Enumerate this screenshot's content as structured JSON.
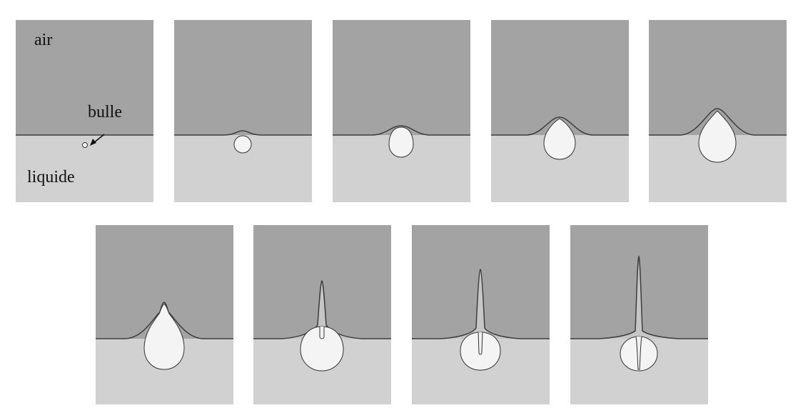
{
  "labels": {
    "air": "air",
    "bubble": "bulle",
    "liquid": "liquide"
  },
  "colors": {
    "air": "#a3a3a3",
    "liquid": "#d1d1d1",
    "interface": "#3d3d3d",
    "bubble_fill": "#f4f4f4",
    "page_background": "#ffffff"
  },
  "figure": {
    "frame_count": 9,
    "rows": 2,
    "frames": [
      {
        "stage": 1,
        "description_icon": "tiny-bubble-icon"
      },
      {
        "stage": 2,
        "description_icon": "rising-bubble-icon"
      },
      {
        "stage": 3,
        "description_icon": "rising-bubble-icon"
      },
      {
        "stage": 4,
        "description_icon": "bubble-at-surface-icon"
      },
      {
        "stage": 5,
        "description_icon": "bubble-at-surface-icon"
      },
      {
        "stage": 6,
        "description_icon": "bubble-bursting-icon"
      },
      {
        "stage": 7,
        "description_icon": "jet-forming-icon"
      },
      {
        "stage": 8,
        "description_icon": "jet-forming-icon"
      },
      {
        "stage": 9,
        "description_icon": "jet-icon"
      }
    ]
  }
}
